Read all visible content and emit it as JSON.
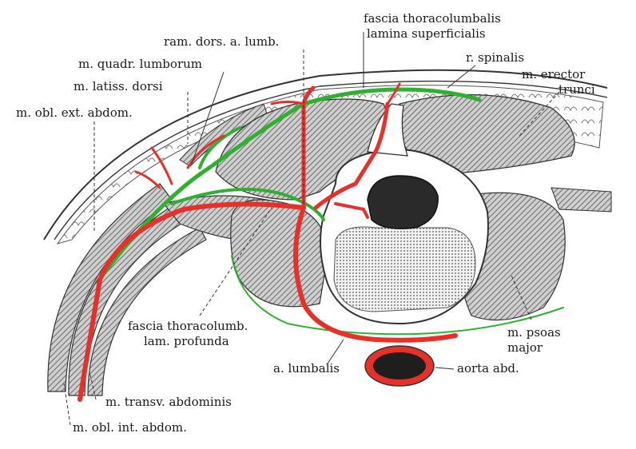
{
  "labels": {
    "fascia_tl_sup_1": "fascia thoracolumbalis",
    "fascia_tl_sup_2": "lamina superficialis",
    "ram_dors": "ram. dors. a. lumb.",
    "r_spinalis": "r. spinalis",
    "m_quadr": "m. quadr. lumborum",
    "m_erector_1": "m. erector",
    "m_erector_2": "trunci",
    "m_latiss": "m. latiss. dorsi",
    "m_obl_ext": "m. obl. ext. abdom.",
    "fascia_prof_1": "fascia thoracolumb.",
    "fascia_prof_2": "lam. profunda",
    "m_psoas_1": "m. psoas",
    "m_psoas_2": "major",
    "a_lumbalis": "a. lumbalis",
    "aorta": "aorta abd.",
    "m_transv": "m. transv. abdominis",
    "m_obl_int": "m. obl. int. abdom."
  },
  "colors": {
    "artery": "#e8302a",
    "fascia": "#2fb02f",
    "muscle": "#9a9a9a",
    "bone": "#ffffff",
    "ink": "#1a1a1a"
  }
}
